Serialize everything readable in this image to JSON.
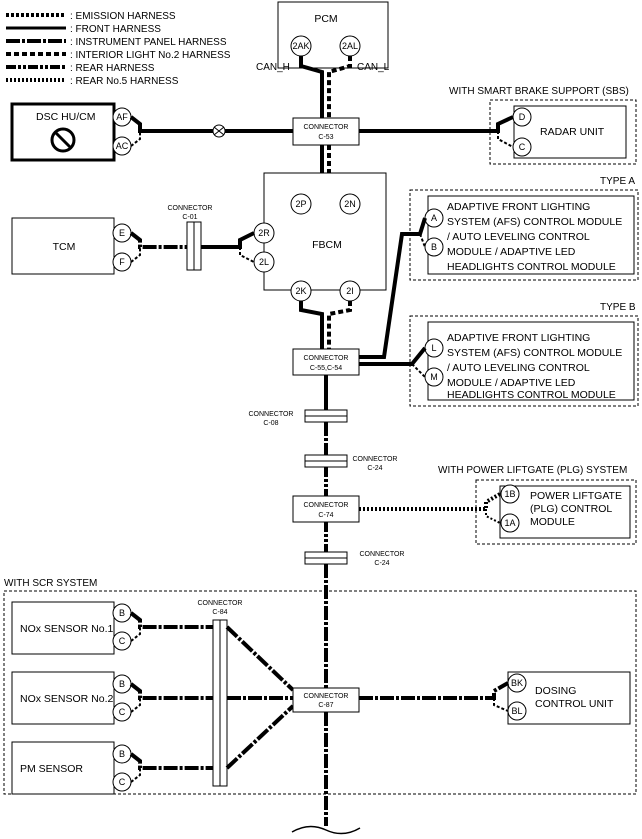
{
  "legend": [
    {
      "label": ": EMISSION HARNESS"
    },
    {
      "label": ": FRONT HARNESS"
    },
    {
      "label": ": INSTRUMENT PANEL HARNESS"
    },
    {
      "label": ": INTERIOR LIGHT No.2 HARNESS"
    },
    {
      "label": ": REAR HARNESS"
    },
    {
      "label": ": REAR No.5 HARNESS"
    }
  ],
  "pcm": {
    "title": "PCM",
    "pin_h": "2AK",
    "pin_l": "2AL",
    "can_h": "CAN_H",
    "can_l": "CAN_L"
  },
  "dsc": {
    "title": "DSC HU/CM",
    "pin_af": "AF",
    "pin_ac": "AC"
  },
  "sbs": {
    "caption": "WITH SMART BRAKE SUPPORT (SBS)",
    "title": "RADAR UNIT",
    "pin_d": "D",
    "pin_c": "C"
  },
  "tcm": {
    "title": "TCM",
    "pin_e": "E",
    "pin_f": "F"
  },
  "fbcm": {
    "title": "FBCM",
    "pin_2p": "2P",
    "pin_2n": "2N",
    "pin_2r": "2R",
    "pin_2l": "2L",
    "pin_2k": "2K",
    "pin_2i": "2I"
  },
  "afs_a": {
    "caption": "TYPE A",
    "pin1": "A",
    "pin2": "B",
    "lines": [
      "ADAPTIVE FRONT LIGHTING",
      "SYSTEM (AFS) CONTROL MODULE",
      "/ AUTO LEVELING CONTROL",
      "MODULE / ADAPTIVE LED",
      "HEADLIGHTS CONTROL MODULE"
    ]
  },
  "afs_b": {
    "caption": "TYPE B",
    "pin1": "L",
    "pin2": "M",
    "lines": [
      "ADAPTIVE FRONT LIGHTING",
      "SYSTEM (AFS) CONTROL MODULE",
      "/ AUTO LEVELING CONTROL",
      "MODULE / ADAPTIVE LED",
      "HEADLIGHTS CONTROL MODULE"
    ]
  },
  "plg": {
    "caption": "WITH POWER LIFTGATE (PLG) SYSTEM",
    "pin1": "1B",
    "pin2": "1A",
    "lines": [
      "POWER LIFTGATE",
      "(PLG) CONTROL",
      "MODULE"
    ]
  },
  "scr": {
    "caption": "WITH SCR SYSTEM"
  },
  "sensors": [
    {
      "title": "NOx SENSOR No.1",
      "pin1": "B",
      "pin2": "C"
    },
    {
      "title": "NOx SENSOR No.2",
      "pin1": "B",
      "pin2": "C"
    },
    {
      "title": "PM SENSOR",
      "pin1": "B",
      "pin2": "C"
    }
  ],
  "dosing": {
    "lines": [
      "DOSING",
      "CONTROL UNIT"
    ],
    "pin1": "BK",
    "pin2": "BL"
  },
  "connectors": {
    "c53": {
      "l1": "CONNECTOR",
      "l2": "C-53"
    },
    "c01": {
      "l1": "CONNECTOR",
      "l2": "C-01"
    },
    "c55": {
      "l1": "CONNECTOR",
      "l2": "C-55,C-54"
    },
    "c08": {
      "l1": "CONNECTOR",
      "l2": "C-08"
    },
    "c24a": {
      "l1": "CONNECTOR",
      "l2": "C-24"
    },
    "c74": {
      "l1": "CONNECTOR",
      "l2": "C-74"
    },
    "c24b": {
      "l1": "CONNECTOR",
      "l2": "C-24"
    },
    "c84": {
      "l1": "CONNECTOR",
      "l2": "C-84"
    },
    "c87": {
      "l1": "CONNECTOR",
      "l2": "C-87"
    }
  }
}
